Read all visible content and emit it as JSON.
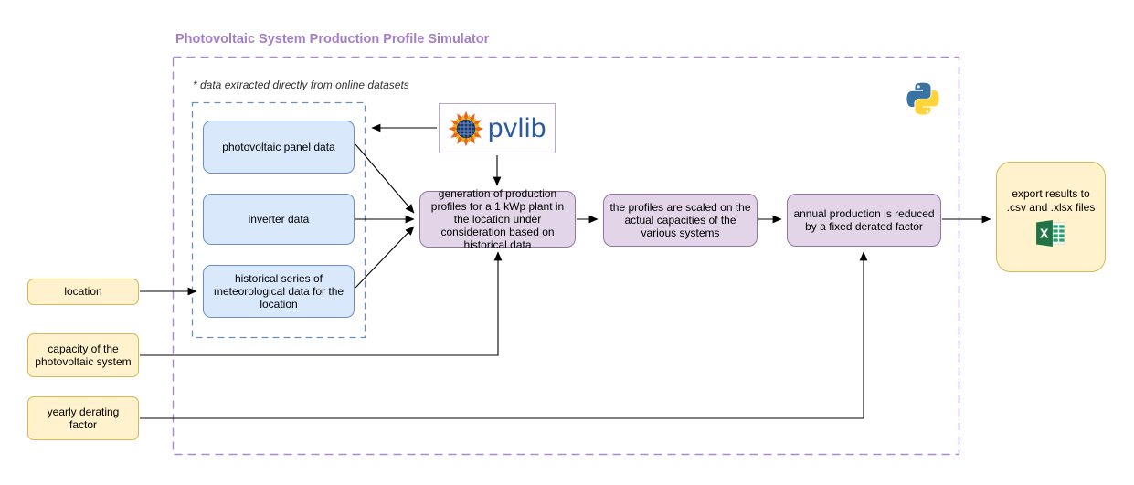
{
  "title": "Photovoltaic System Production Profile Simulator",
  "note": "* data extracted directly from online datasets",
  "nodes": {
    "panel_data": "photovoltaic panel data",
    "inverter_data": "inverter data",
    "meteo_data": "historical series of meteorological data for the location",
    "generation": "generation of production profiles for a 1 kWp plant in the location under consideration based on historical data",
    "scaling": "the profiles are scaled on the actual capacities of the various systems",
    "derating": "annual production is reduced by a fixed derated factor",
    "export": "export results to .csv and .xlsx files",
    "location": "location",
    "capacity": "capacity of the photovoltaic system",
    "yearly_derating": "yearly derating factor"
  },
  "logos": {
    "pvlib_label": "pvlib",
    "excel_letter": "X"
  },
  "colors": {
    "title_text": "#a47fc6",
    "outer_frame": "#a98cc6",
    "inner_frame": "#6c8ebf",
    "blue_fill": "#dae8fc",
    "blue_stroke": "#6c8ebf",
    "purple_fill": "#e1d5e7",
    "purple_stroke": "#9673a6",
    "yellow_fill": "#fff2cc",
    "yellow_stroke": "#d6b656",
    "arrow": "#000000",
    "pvlib_blue": "#2a5b9f",
    "excel_green": "#217346",
    "python_blue": "#3873a3",
    "python_yellow": "#ffd43b"
  }
}
